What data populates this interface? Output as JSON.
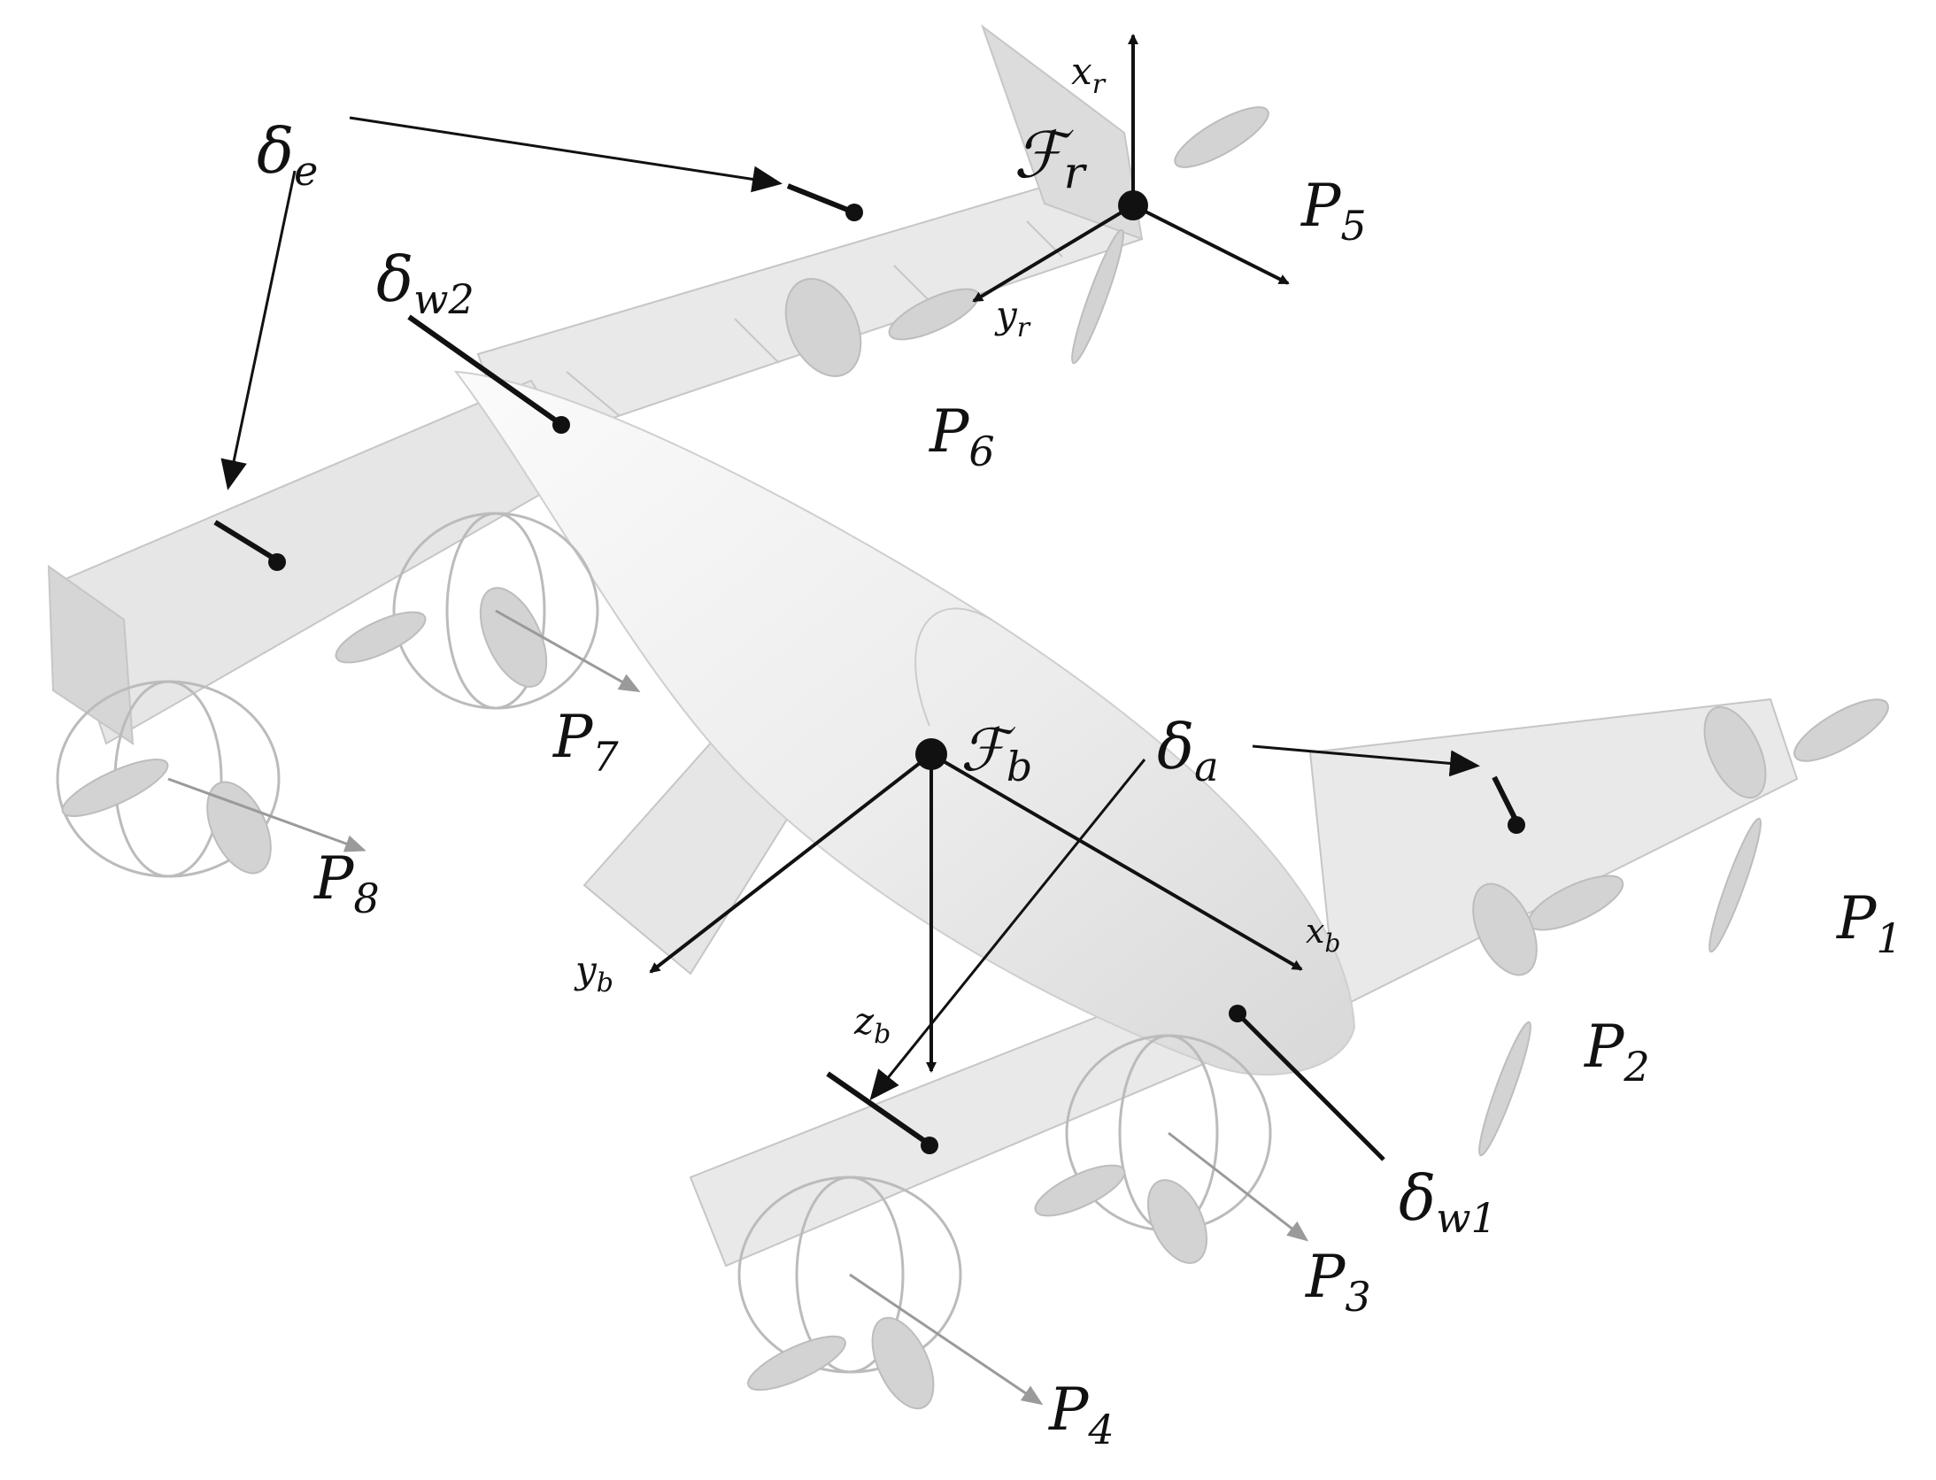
{
  "labels": {
    "delta_e": {
      "main": "δ",
      "sub": "e"
    },
    "delta_w2": {
      "main": "δ",
      "sub": "w2"
    },
    "delta_a": {
      "main": "δ",
      "sub": "a"
    },
    "delta_w1": {
      "main": "δ",
      "sub": "w1"
    },
    "frame_r": {
      "main": "ℱ",
      "sub": "r"
    },
    "frame_b": {
      "main": "ℱ",
      "sub": "b"
    },
    "x_r": {
      "main": "x",
      "sub": "r"
    },
    "y_r": {
      "main": "y",
      "sub": "r"
    },
    "x_b": {
      "main": "x",
      "sub": "b"
    },
    "y_b": {
      "main": "y",
      "sub": "b"
    },
    "z_b": {
      "main": "z",
      "sub": "b"
    },
    "P1": {
      "main": "P",
      "sub": "1"
    },
    "P2": {
      "main": "P",
      "sub": "2"
    },
    "P3": {
      "main": "P",
      "sub": "3"
    },
    "P4": {
      "main": "P",
      "sub": "4"
    },
    "P5": {
      "main": "P",
      "sub": "5"
    },
    "P6": {
      "main": "P",
      "sub": "6"
    },
    "P7": {
      "main": "P",
      "sub": "7"
    },
    "P8": {
      "main": "P",
      "sub": "8"
    }
  },
  "colors": {
    "ink": "#111111",
    "wing_fill": "#e9e9e9",
    "wing_edge": "#c6c6c6",
    "fuselage_fill": "#f0f0f0",
    "prop_fill": "#d3d3d3",
    "thrust_arrow": "#9a9a9a"
  }
}
